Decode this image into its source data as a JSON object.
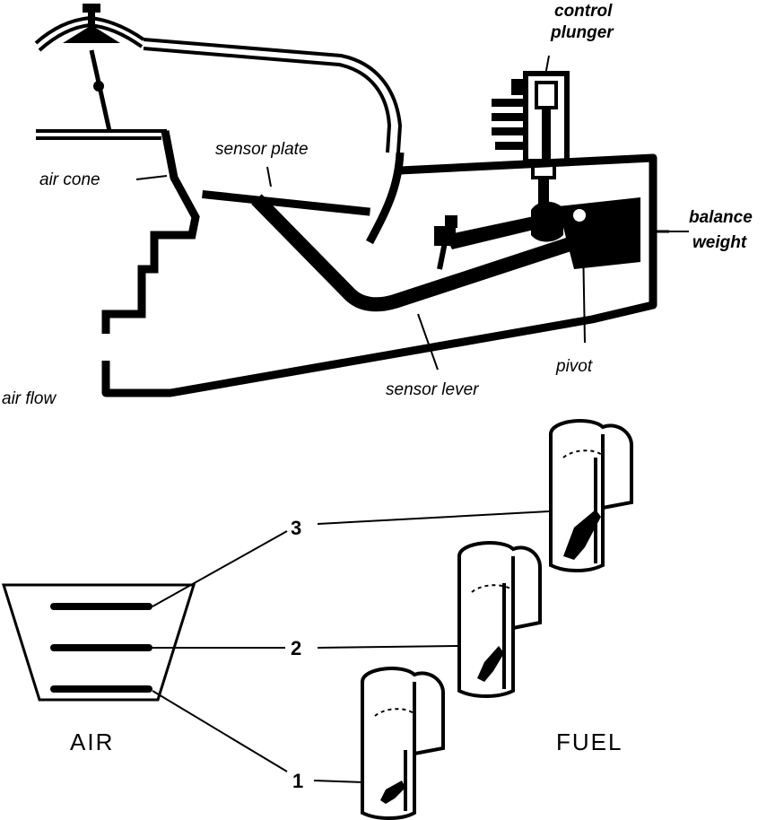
{
  "top_diagram": {
    "labels": {
      "control_plunger_line1": "control",
      "control_plunger_line2": "plunger",
      "sensor_plate": "sensor plate",
      "air_cone": "air cone",
      "balance_weight_line1": "balance",
      "balance_weight_line2": "weight",
      "pivot": "pivot",
      "sensor_lever": "sensor lever",
      "air_flow": "air flow"
    }
  },
  "bottom_diagram": {
    "labels": {
      "air": "AIR",
      "fuel": "FUEL"
    },
    "positions": [
      "1",
      "2",
      "3"
    ]
  },
  "colors": {
    "ink": "#000000",
    "paper": "#ffffff"
  }
}
